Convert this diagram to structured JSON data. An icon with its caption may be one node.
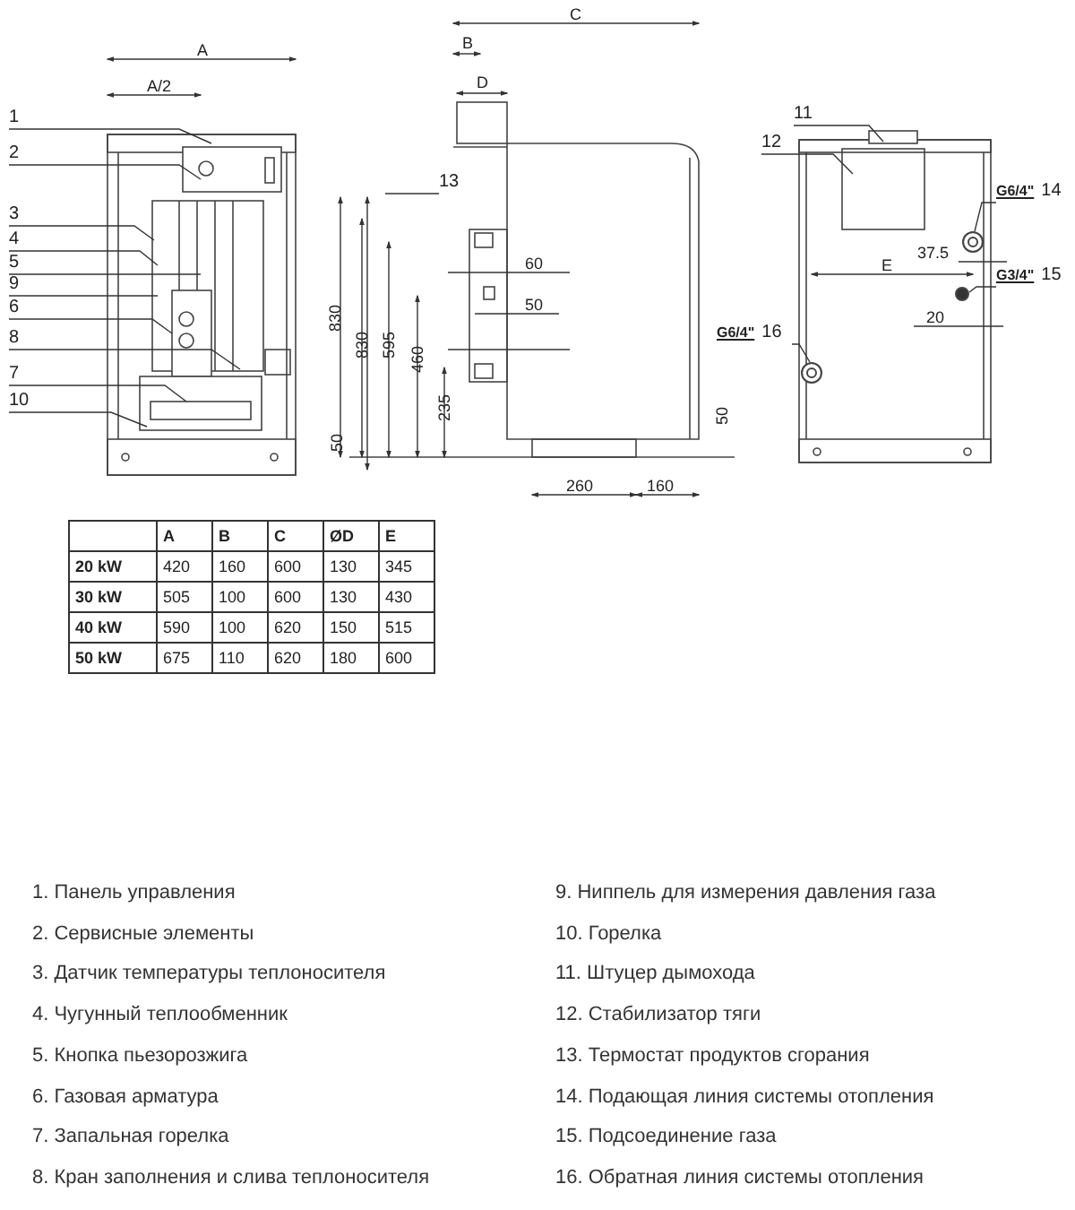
{
  "diagram": {
    "nodes": [
      {
        "text": [
          "1"
        ]
      },
      {
        "text": [
          "2"
        ]
      },
      {
        "text": [
          "3"
        ]
      },
      {
        "text": [
          "4"
        ]
      },
      {
        "text": [
          "5"
        ]
      },
      {
        "text": [
          "6"
        ]
      },
      {
        "text": [
          "7"
        ]
      },
      {
        "text": [
          "8"
        ]
      },
      {
        "text": [
          "9"
        ]
      },
      {
        "text": [
          "10"
        ]
      },
      {
        "text": [
          "11"
        ]
      },
      {
        "text": [
          "12"
        ]
      },
      {
        "text": [
          "13"
        ]
      },
      {
        "text": [
          "G6/4\"",
          "14"
        ]
      },
      {
        "text": [
          "G3/4\"",
          "15"
        ]
      },
      {
        "text": [
          "G6/4\"",
          "16"
        ]
      },
      {
        "text": [],
        "shape": "circle"
      },
      {
        "text": [],
        "shape": "circle"
      },
      {
        "text": [],
        "shape": "circle"
      }
    ],
    "edges": [
      {
        "from": 0,
        "to": null,
        "arrow": "none"
      },
      {
        "from": 1,
        "to": null,
        "arrow": "none"
      },
      {
        "from": 2,
        "to": null,
        "arrow": "none"
      },
      {
        "from": 3,
        "to": null,
        "arrow": "none"
      },
      {
        "from": 4,
        "to": null,
        "arrow": "none"
      },
      {
        "from": 5,
        "to": null,
        "arrow": "none"
      },
      {
        "from": 6,
        "to": null,
        "arrow": "none"
      },
      {
        "from": 7,
        "to": null,
        "arrow": "none"
      },
      {
        "from": 8,
        "to": null,
        "arrow": "none"
      },
      {
        "from": 9,
        "to": null,
        "arrow": "none"
      },
      {
        "from": 10,
        "to": null,
        "arrow": "none"
      },
      {
        "from": 11,
        "to": null,
        "arrow": "none"
      },
      {
        "from": 12,
        "to": null,
        "arrow": "none"
      },
      {
        "from": 13,
        "to": 16,
        "arrow": "none"
      },
      {
        "from": 14,
        "to": 17,
        "arrow": "none"
      },
      {
        "from": 15,
        "to": 18,
        "arrow": "none"
      }
    ],
    "labels": [
      "A",
      "A/2",
      "830",
      "50",
      "C",
      "B",
      "D",
      "60",
      "50",
      "830",
      "595",
      "460",
      "235",
      "50",
      "260",
      "160",
      "37.5",
      "E",
      "20",
      "A",
      "B",
      "C",
      "ØD",
      "E",
      "20 kW",
      "420",
      "160",
      "600",
      "130",
      "345",
      "30 kW",
      "505",
      "100",
      "600",
      "130",
      "430",
      "40 kW",
      "590",
      "100",
      "620",
      "150",
      "515",
      "50 kW",
      "675",
      "110",
      "620",
      "180",
      "600",
      "1. Панель управления",
      "2. Сервисные элементы",
      "3. Датчик температуры теплоносителя",
      "4. Чугунный теплообменник",
      "5. Кнопка пьезорозжига",
      "6. Газовая арматура",
      "7. Запальная горелка",
      "8. Кран заполнения и слива теплоносителя",
      "9. Ниппель для измерения давления газа",
      "10. Горелка",
      "11. Штуцер дымохода",
      "12. Стабилизатор тяги",
      "13. Термостат продуктов сгорания",
      "14. Подающая линия системы отопления",
      "15. Подсоединение газа",
      "16. Обратная линия системы отопления"
    ]
  }
}
